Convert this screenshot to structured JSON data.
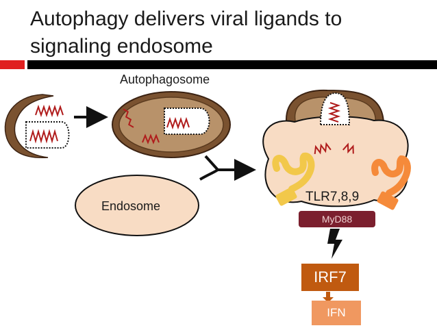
{
  "slide": {
    "title_line1": "Autophagy delivers viral ligands to",
    "title_line2": "signaling endosome"
  },
  "labels": {
    "autophagosome": "Autophagosome",
    "endosome": "Endosome",
    "receptors": "TLR7,8,9",
    "adaptor": "MyD88",
    "transcription_factor": "IRF7",
    "output": "IFN"
  },
  "colors": {
    "title_bar_red": "#e02020",
    "membrane_brown": "#7a5230",
    "endosome_fill": "#f8dcc4",
    "viral_rna": "#b01c1c",
    "tlr_yellow": "#f2c84a",
    "tlr_orange": "#f58a3a",
    "myd88": "#7b1f2e",
    "irf7": "#c05a10",
    "ifn": "#f09860"
  }
}
